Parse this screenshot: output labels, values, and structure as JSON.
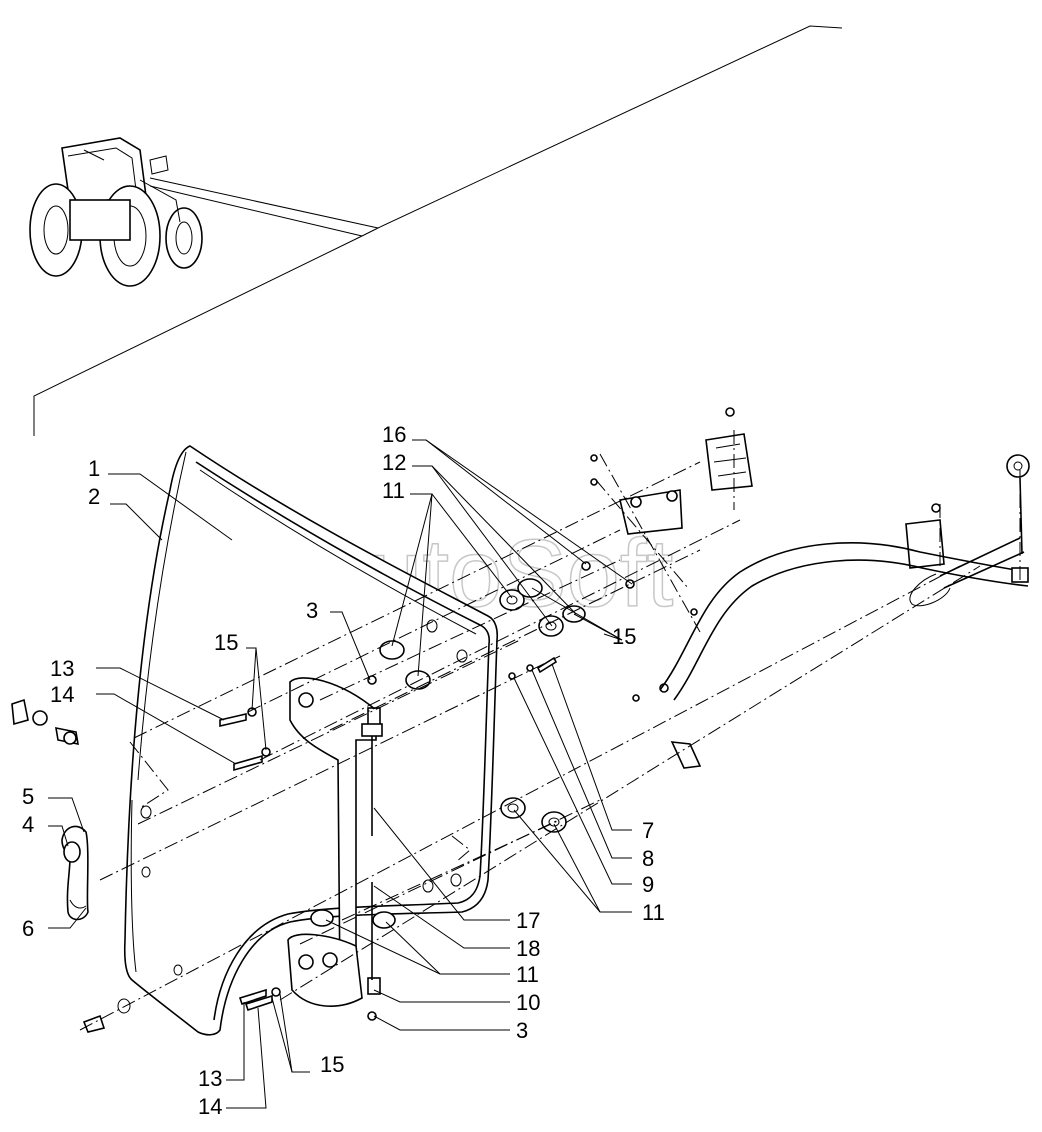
{
  "watermark": "AutoSoft",
  "callouts": [
    {
      "id": "c1",
      "label": "1"
    },
    {
      "id": "c2",
      "label": "2"
    },
    {
      "id": "c3a",
      "label": "3"
    },
    {
      "id": "c3b",
      "label": "3"
    },
    {
      "id": "c4",
      "label": "4"
    },
    {
      "id": "c5",
      "label": "5"
    },
    {
      "id": "c6",
      "label": "6"
    },
    {
      "id": "c7",
      "label": "7"
    },
    {
      "id": "c8",
      "label": "8"
    },
    {
      "id": "c9",
      "label": "9"
    },
    {
      "id": "c10",
      "label": "10"
    },
    {
      "id": "c11a",
      "label": "11"
    },
    {
      "id": "c11b",
      "label": "11"
    },
    {
      "id": "c11c",
      "label": "11"
    },
    {
      "id": "c12",
      "label": "12"
    },
    {
      "id": "c13a",
      "label": "13"
    },
    {
      "id": "c13b",
      "label": "13"
    },
    {
      "id": "c14a",
      "label": "14"
    },
    {
      "id": "c14b",
      "label": "14"
    },
    {
      "id": "c15a",
      "label": "15"
    },
    {
      "id": "c15b",
      "label": "15"
    },
    {
      "id": "c15c",
      "label": "15"
    },
    {
      "id": "c16",
      "label": "16"
    },
    {
      "id": "c17",
      "label": "17"
    },
    {
      "id": "c18",
      "label": "18"
    }
  ]
}
